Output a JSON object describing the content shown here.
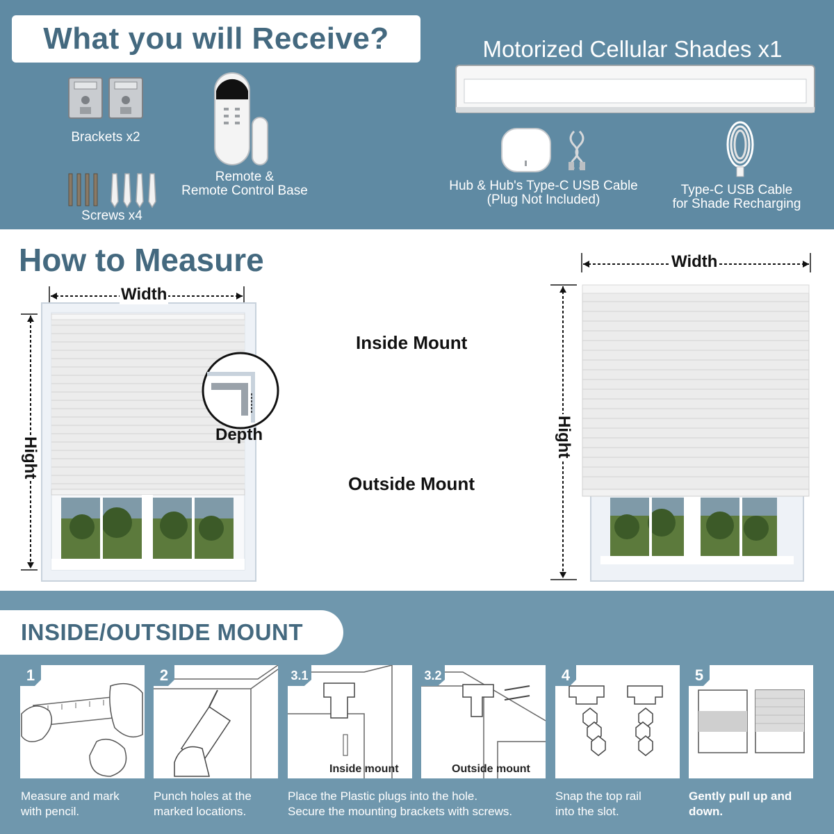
{
  "receive": {
    "title": "What you will Receive?",
    "shade_title": "Motorized Cellular Shades x1",
    "items": {
      "brackets": "Brackets x2",
      "screws": "Screws x4",
      "remote_line1": "Remote &",
      "remote_line2": "Remote Control Base",
      "hub_line1": "Hub & Hub's Type-C USB Cable",
      "hub_line2": "(Plug Not Included)",
      "cable_line1": "Type-C USB Cable",
      "cable_line2": "for Shade Recharging"
    }
  },
  "measure": {
    "title": "How to Measure",
    "width_left": "Width",
    "hight_left": "Hight",
    "depth": "Depth",
    "inside_mount": "Inside Mount",
    "outside_mount": "Outside Mount",
    "width_right": "Width",
    "hight_right": "Hight"
  },
  "steps": {
    "title": "INSIDE/OUTSIDE MOUNT",
    "items": [
      {
        "num": "1",
        "caption_line1": "Measure and mark",
        "caption_line2": "with pencil."
      },
      {
        "num": "2",
        "caption_line1": "Punch holes at the",
        "caption_line2": "marked locations."
      },
      {
        "num": "3.1",
        "sublabel": "Inside mount",
        "caption_line1": "Place the Plastic plugs into the hole.",
        "caption_line2": "Secure the mounting brackets with screws."
      },
      {
        "num": "3.2",
        "sublabel": "Outside mount"
      },
      {
        "num": "4",
        "caption_line1": "Snap the top rail",
        "caption_line2": "into the slot."
      },
      {
        "num": "5",
        "caption_line1": "Gently pull up and",
        "caption_line2": "down."
      }
    ]
  },
  "colors": {
    "top_band": "#5f8aa3",
    "bottom_band": "#6f97ad",
    "title_text": "#44697f"
  }
}
